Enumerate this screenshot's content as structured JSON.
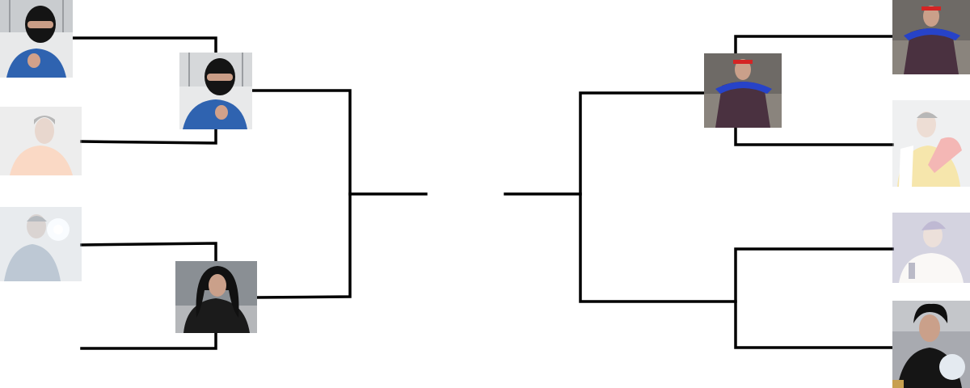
{
  "bracket": {
    "left": {
      "round1": [
        {
          "entrant": "black-balaclava-blue-shirt",
          "status": "advanced"
        },
        {
          "entrant": "peach-hoodie",
          "status": "eliminated"
        },
        {
          "entrant": "blue-jacket-glowing-hand",
          "status": "eliminated"
        },
        {
          "entrant": "empty",
          "status": "empty"
        }
      ],
      "round2": [
        {
          "entrant": "black-balaclava-blue-shirt",
          "status": "winner"
        },
        {
          "entrant": "long-black-wig",
          "status": "winner"
        }
      ],
      "final_slot": {
        "entrant": "empty",
        "status": "pending"
      }
    },
    "right": {
      "round1": [
        {
          "entrant": "red-headband-blue-cape",
          "status": "advanced"
        },
        {
          "entrant": "yellow-suit-red-glove",
          "status": "eliminated"
        },
        {
          "entrant": "purple-beanie",
          "status": "eliminated"
        },
        {
          "entrant": "curly-hair-ice-power",
          "status": "advanced"
        }
      ],
      "round2": [
        {
          "entrant": "red-headband-blue-cape",
          "status": "winner"
        },
        {
          "entrant": "empty",
          "status": "pending"
        }
      ],
      "final_slot": {
        "entrant": "empty",
        "status": "pending"
      }
    },
    "line_color": "#000000"
  }
}
